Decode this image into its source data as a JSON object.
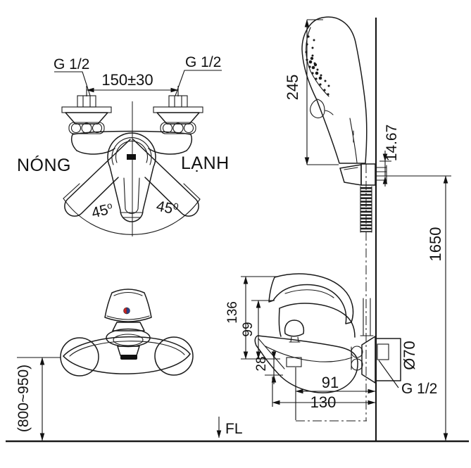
{
  "front_view": {
    "inlet_left_thread": "G 1/2",
    "inlet_right_thread": "G 1/2",
    "inlet_center_distance": "150±30",
    "hot_label": "NÓNG",
    "cold_label": "LẠNH",
    "handle_swing_left": "45",
    "handle_swing_left_sup": "o",
    "handle_swing_right": "45",
    "handle_swing_right_sup": "0"
  },
  "hand_shower": {
    "head_length": "245",
    "bracket_offset": "14.67",
    "bracket_height": "1650"
  },
  "side_view": {
    "height_total": "136",
    "height_body": "99",
    "spout_drop": "28",
    "spout_reach": "91",
    "overall_depth": "130",
    "escutcheon_diameter": "Ø70",
    "wall_thread": "G 1/2"
  },
  "top_view": {
    "install_height_range": "(800~950)"
  },
  "floor": {
    "label": "FL"
  },
  "colors": {
    "line": "#1a1a1a",
    "dimension": "#111111",
    "indicator_red": "#cc2222",
    "indicator_blue": "#2a3f8f",
    "background": "#ffffff"
  }
}
